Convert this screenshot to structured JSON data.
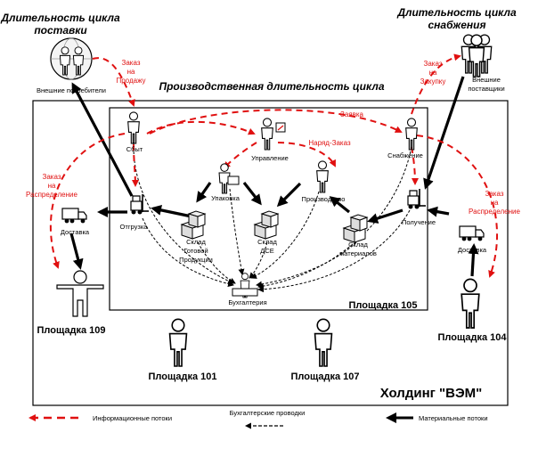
{
  "header": {
    "delivery_cycle": [
      "Длительность цикла",
      "поставки"
    ],
    "supply_cycle": [
      "Длительность цикла",
      "снабжения"
    ],
    "production_cycle": "Производственная длительность цикла"
  },
  "nodes": {
    "external_consumers": "Внешние потребители",
    "external_suppliers": [
      "Внешние",
      "поставщики"
    ],
    "sales": "Сбыт",
    "management": "Управление",
    "supply": "Снабжение",
    "packing": "Упаковка",
    "production": "Производство",
    "shipment": "Отгрузка",
    "receiving": "Получение",
    "delivery_left": "Доставка",
    "delivery_right": "Доставка",
    "finished_goods_wh": [
      "Склад",
      "Готовой",
      "Продукции"
    ],
    "dse_wh": [
      "Склад",
      "ДСЕ"
    ],
    "materials_wh": [
      "Склад",
      "материалов"
    ],
    "accounting": "Бухгалтерия"
  },
  "flow_labels": {
    "sales_order": [
      "Заказ",
      "на",
      "Продажу"
    ],
    "purchase_order": [
      "Заказ",
      "на",
      "Закупку"
    ],
    "request": "Заявка",
    "work_order": "Наряд-Заказ",
    "dist_order_left": [
      "Заказ",
      "на",
      "Распределение"
    ],
    "dist_order_right": [
      "Заказ",
      "на",
      "Распределение"
    ]
  },
  "sites": {
    "site_105": "Площадка 105",
    "site_109": "Площадка 109",
    "site_104": "Площадка 104",
    "site_101": "Площадка 101",
    "site_107": "Площадка 107",
    "holding": "Холдинг \"ВЭМ\""
  },
  "legend": {
    "info": "Информационные потоки",
    "accounting": "Бухгалтерские проводки",
    "material": "Материальные потоки"
  },
  "colors": {
    "info_flow": "#e01010",
    "material_flow": "#000000",
    "accounting_flow": "#000000"
  },
  "icons": {
    "person": "person-icon",
    "forklift": "forklift-icon",
    "truck": "truck-icon",
    "boxes": "boxes-icon",
    "globe": "globe-icon",
    "suppliers": "supplier-group-icon"
  }
}
